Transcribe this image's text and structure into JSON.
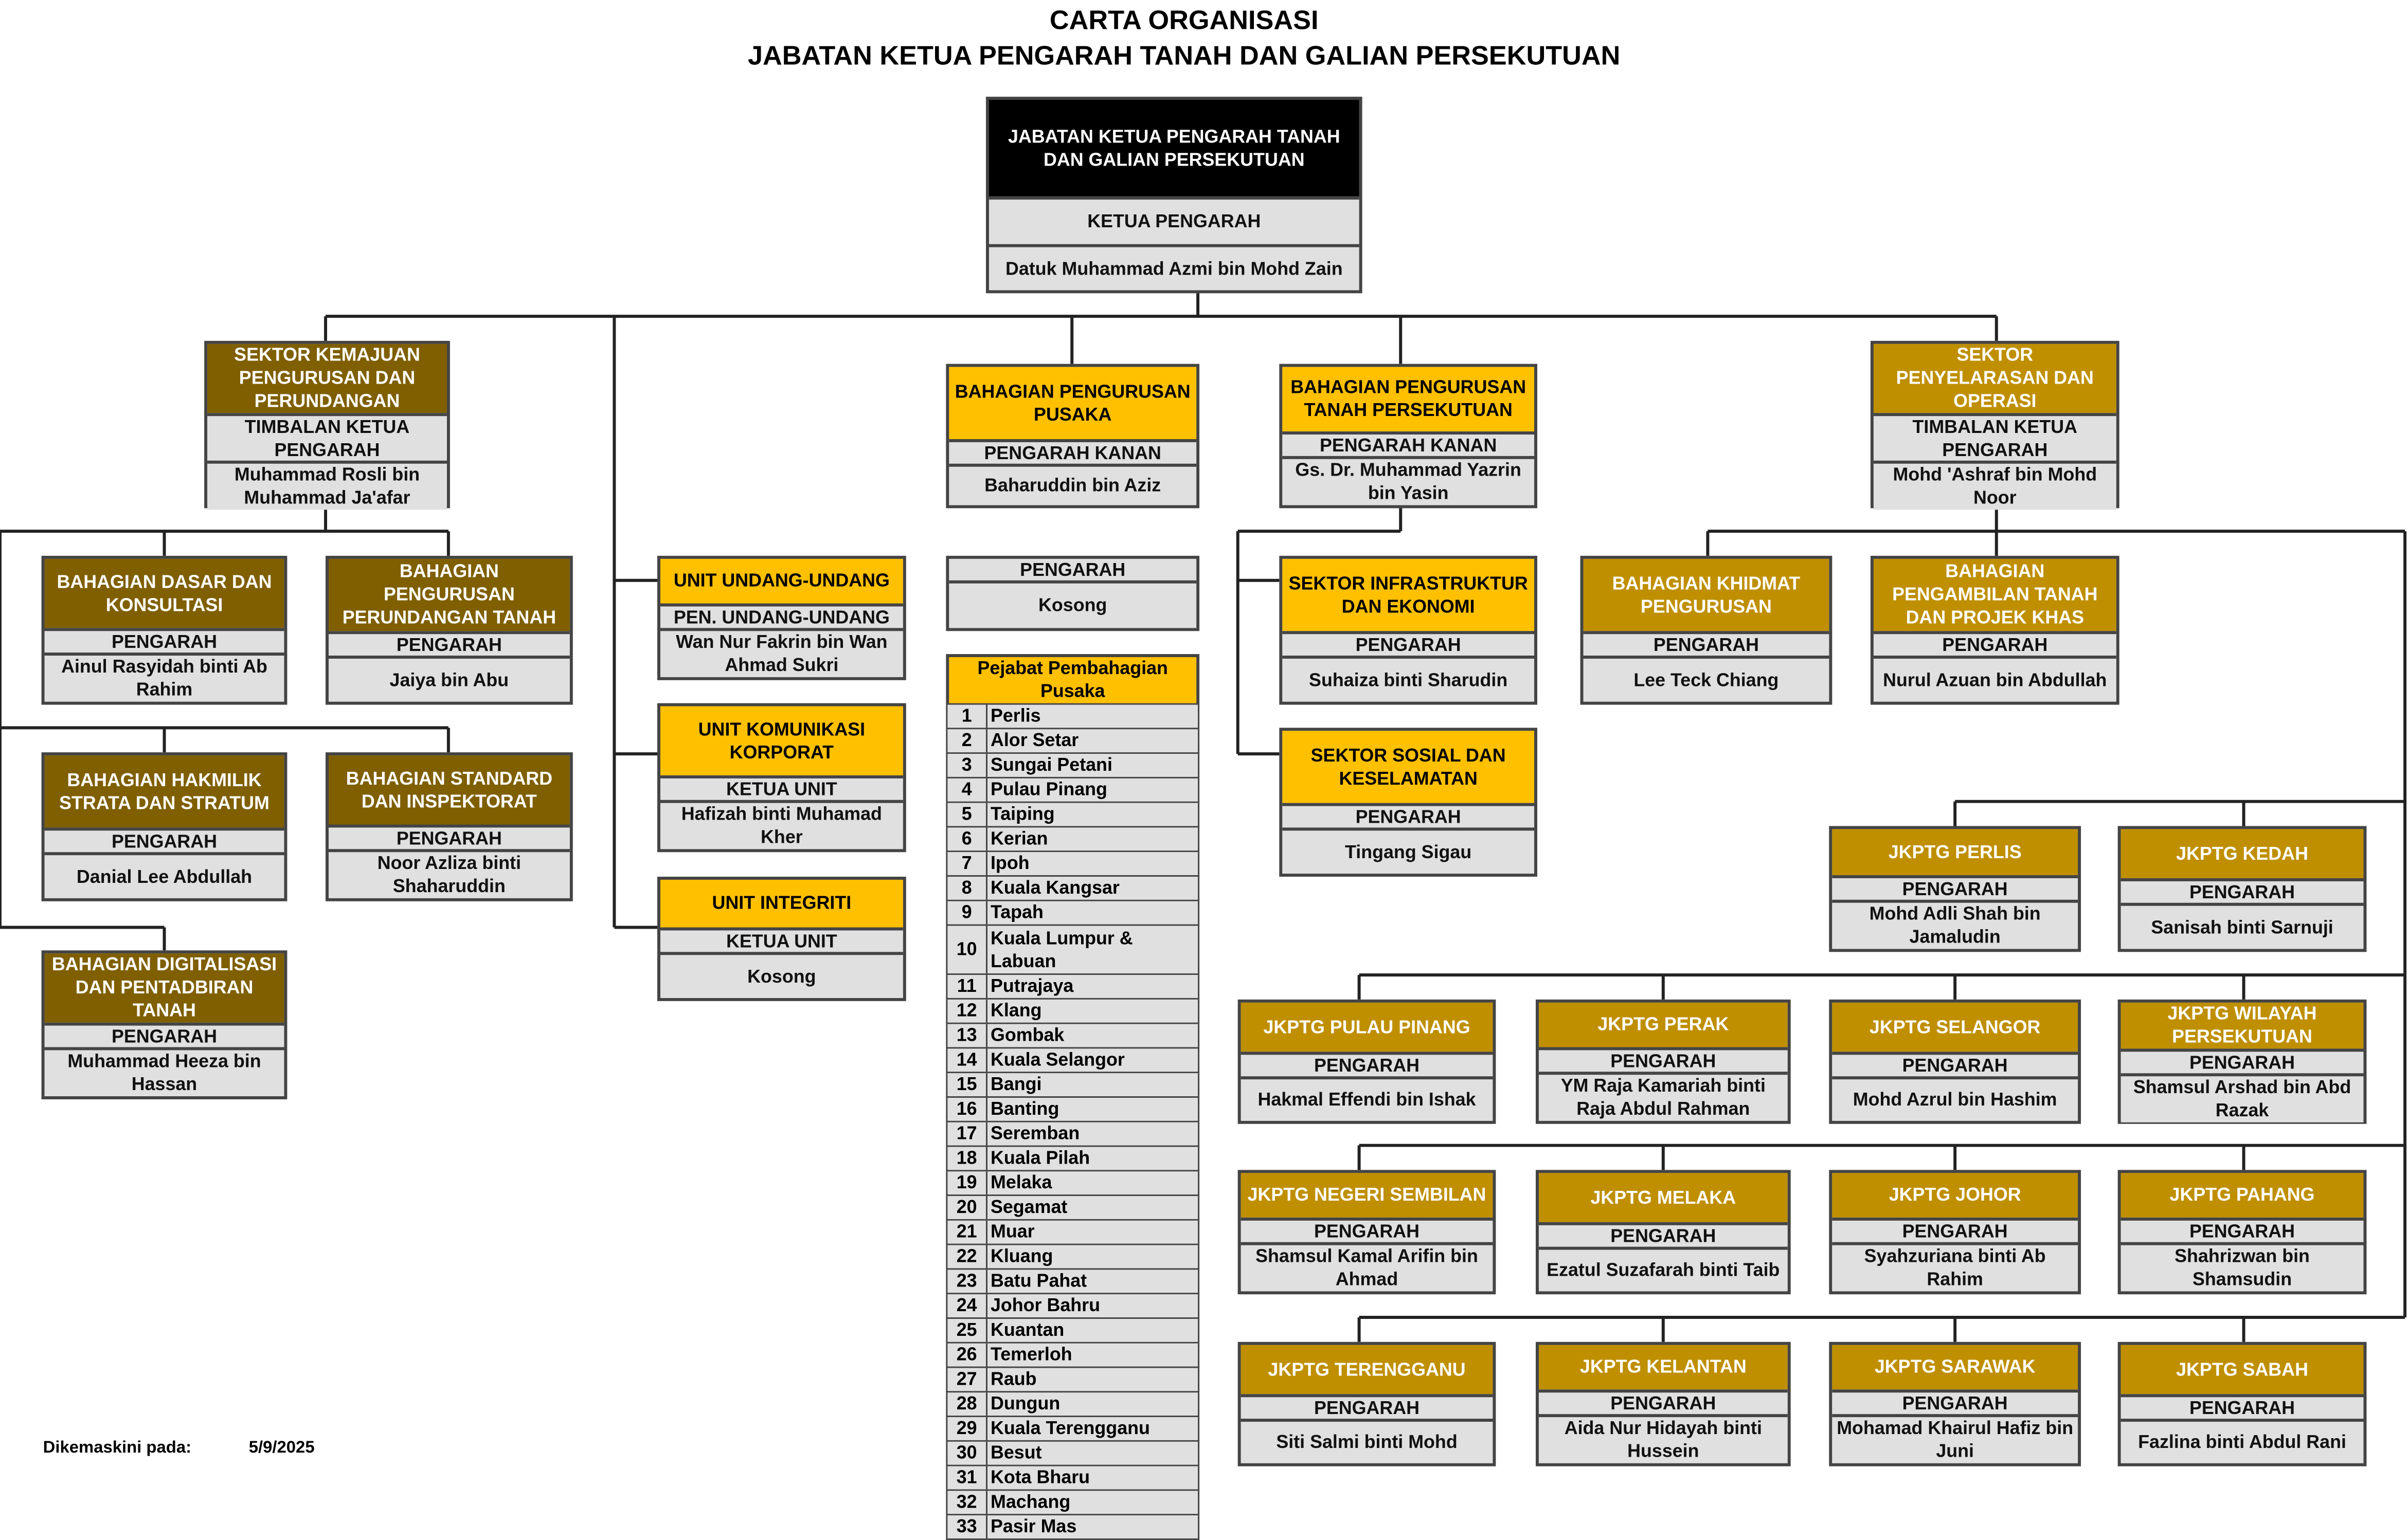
{
  "title": {
    "line1": "CARTA ORGANISASI",
    "line2": "JABATAN KETUA PENGARAH TANAH DAN GALIAN PERSEKUTUAN"
  },
  "colors": {
    "black_header": "#000000",
    "brown_header": "#7f5f00",
    "gold_header": "#bf8f00",
    "yellow_header": "#ffc000",
    "cell_grey": "#e0e0e0"
  },
  "top": {
    "name": "JABATAN KETUA PENGARAH TANAH DAN GALIAN PERSEKUTUAN",
    "role": "KETUA PENGARAH",
    "person": "Datuk Muhammad Azmi bin Mohd Zain"
  },
  "sektor_kemajuan": {
    "name": "SEKTOR KEMAJUAN PENGURUSAN DAN PERUNDANGAN",
    "role": "TIMBALAN KETUA PENGARAH",
    "person": "Muhammad Rosli bin Muhammad Ja'afar"
  },
  "bhg_dasar": {
    "name": "BAHAGIAN DASAR DAN KONSULTASI",
    "role": "PENGARAH",
    "person": "Ainul Rasyidah binti Ab Rahim"
  },
  "bhg_perundangan": {
    "name": "BAHAGIAN PENGURUSAN PERUNDANGAN TANAH",
    "role": "PENGARAH",
    "person": "Jaiya bin Abu"
  },
  "bhg_hakmilik": {
    "name": "BAHAGIAN HAKMILIK STRATA DAN STRATUM",
    "role": "PENGARAH",
    "person": "Danial Lee Abdullah"
  },
  "bhg_standard": {
    "name": "BAHAGIAN STANDARD DAN INSPEKTORAT",
    "role": "PENGARAH",
    "person": "Noor Azliza binti Shaharuddin"
  },
  "bhg_digital": {
    "name": "BAHAGIAN DIGITALISASI DAN PENTADBIRAN TANAH",
    "role": "PENGARAH",
    "person": "Muhammad Heeza bin Hassan"
  },
  "unit_undang": {
    "name": "UNIT UNDANG-UNDANG",
    "role": "PEN. UNDANG-UNDANG",
    "person": "Wan Nur Fakrin bin Wan Ahmad Sukri"
  },
  "unit_komunikasi": {
    "name": "UNIT KOMUNIKASI KORPORAT",
    "role": "KETUA UNIT",
    "person": "Hafizah binti Muhamad Kher"
  },
  "unit_integriti": {
    "name": "UNIT INTEGRITI",
    "role": "KETUA UNIT",
    "person": "Kosong"
  },
  "bhg_pusaka": {
    "name": "BAHAGIAN PENGURUSAN PUSAKA",
    "role": "PENGARAH KANAN",
    "person": "Baharuddin bin Aziz"
  },
  "pusaka_pengarah": {
    "role": "PENGARAH",
    "person": "Kosong"
  },
  "pusaka_list": {
    "header": "Pejabat Pembahagian Pusaka",
    "items": [
      {
        "no": "1",
        "name": "Perlis"
      },
      {
        "no": "2",
        "name": "Alor Setar"
      },
      {
        "no": "3",
        "name": "Sungai Petani"
      },
      {
        "no": "4",
        "name": "Pulau Pinang"
      },
      {
        "no": "5",
        "name": "Taiping"
      },
      {
        "no": "6",
        "name": "Kerian"
      },
      {
        "no": "7",
        "name": "Ipoh"
      },
      {
        "no": "8",
        "name": "Kuala Kangsar"
      },
      {
        "no": "9",
        "name": "Tapah"
      },
      {
        "no": "10",
        "name": "Kuala Lumpur & Labuan"
      },
      {
        "no": "11",
        "name": "Putrajaya"
      },
      {
        "no": "12",
        "name": "Klang"
      },
      {
        "no": "13",
        "name": "Gombak"
      },
      {
        "no": "14",
        "name": "Kuala Selangor"
      },
      {
        "no": "15",
        "name": "Bangi"
      },
      {
        "no": "16",
        "name": "Banting"
      },
      {
        "no": "17",
        "name": "Seremban"
      },
      {
        "no": "18",
        "name": "Kuala Pilah"
      },
      {
        "no": "19",
        "name": "Melaka"
      },
      {
        "no": "20",
        "name": "Segamat"
      },
      {
        "no": "21",
        "name": "Muar"
      },
      {
        "no": "22",
        "name": "Kluang"
      },
      {
        "no": "23",
        "name": "Batu Pahat"
      },
      {
        "no": "24",
        "name": "Johor Bahru"
      },
      {
        "no": "25",
        "name": "Kuantan"
      },
      {
        "no": "26",
        "name": "Temerloh"
      },
      {
        "no": "27",
        "name": "Raub"
      },
      {
        "no": "28",
        "name": "Dungun"
      },
      {
        "no": "29",
        "name": "Kuala Terengganu"
      },
      {
        "no": "30",
        "name": "Besut"
      },
      {
        "no": "31",
        "name": "Kota Bharu"
      },
      {
        "no": "32",
        "name": "Machang"
      },
      {
        "no": "33",
        "name": "Pasir Mas"
      }
    ]
  },
  "bhg_tanah_persekutuan": {
    "name": "BAHAGIAN PENGURUSAN TANAH PERSEKUTUAN",
    "role": "PENGARAH KANAN",
    "person": "Gs. Dr. Muhammad Yazrin bin Yasin"
  },
  "sektor_infra": {
    "name": "SEKTOR INFRASTRUKTUR DAN EKONOMI",
    "role": "PENGARAH",
    "person": "Suhaiza binti  Sharudin"
  },
  "sektor_sosial": {
    "name": "SEKTOR SOSIAL DAN KESELAMATAN",
    "role": "PENGARAH",
    "person": "Tingang Sigau"
  },
  "sektor_penyelarasan": {
    "name": "SEKTOR PENYELARASAN DAN OPERASI",
    "role": "TIMBALAN KETUA PENGARAH",
    "person": "Mohd 'Ashraf bin Mohd Noor"
  },
  "bhg_khidmat": {
    "name": "BAHAGIAN KHIDMAT PENGURUSAN",
    "role": "PENGARAH",
    "person": "Lee Teck Chiang"
  },
  "bhg_pengambilan": {
    "name": "BAHAGIAN PENGAMBILAN TANAH DAN PROJEK KHAS",
    "role": "PENGARAH",
    "person": "Nurul Azuan bin Abdullah"
  },
  "jkptg_perlis": {
    "name": "JKPTG PERLIS",
    "role": "PENGARAH",
    "person": "Mohd Adli Shah bin Jamaludin"
  },
  "jkptg_kedah": {
    "name": "JKPTG KEDAH",
    "role": "PENGARAH",
    "person": "Sanisah binti Sarnuji"
  },
  "jkptg_pulau_pinang": {
    "name": "JKPTG PULAU PINANG",
    "role": "PENGARAH",
    "person": "Hakmal Effendi bin Ishak"
  },
  "jkptg_perak": {
    "name": "JKPTG PERAK",
    "role": "PENGARAH",
    "person": "YM Raja Kamariah binti Raja Abdul Rahman"
  },
  "jkptg_selangor": {
    "name": "JKPTG SELANGOR",
    "role": "PENGARAH",
    "person": "Mohd Azrul bin Hashim"
  },
  "jkptg_wilayah": {
    "name": "JKPTG WILAYAH PERSEKUTUAN",
    "role": "PENGARAH",
    "person": "Shamsul Arshad bin Abd Razak"
  },
  "jkptg_ns": {
    "name": "JKPTG NEGERI SEMBILAN",
    "role": "PENGARAH",
    "person": "Shamsul Kamal Arifin bin Ahmad"
  },
  "jkptg_melaka": {
    "name": "JKPTG MELAKA",
    "role": "PENGARAH",
    "person": "Ezatul Suzafarah binti Taib"
  },
  "jkptg_johor": {
    "name": "JKPTG JOHOR",
    "role": "PENGARAH",
    "person": "Syahzuriana binti Ab Rahim"
  },
  "jkptg_pahang": {
    "name": "JKPTG PAHANG",
    "role": "PENGARAH",
    "person": "Shahrizwan bin Shamsudin"
  },
  "jkptg_terengganu": {
    "name": "JKPTG TERENGGANU",
    "role": "PENGARAH",
    "person": "Siti Salmi binti Mohd"
  },
  "jkptg_kelantan": {
    "name": "JKPTG KELANTAN",
    "role": "PENGARAH",
    "person": "Aida Nur Hidayah binti Hussein"
  },
  "jkptg_sarawak": {
    "name": "JKPTG SARAWAK",
    "role": "PENGARAH",
    "person": "Mohamad Khairul Hafiz bin Juni"
  },
  "jkptg_sabah": {
    "name": "JKPTG SABAH",
    "role": "PENGARAH",
    "person": "Fazlina binti Abdul Rani"
  },
  "footer": {
    "label": "Dikemaskini pada:",
    "date": "5/9/2025"
  }
}
